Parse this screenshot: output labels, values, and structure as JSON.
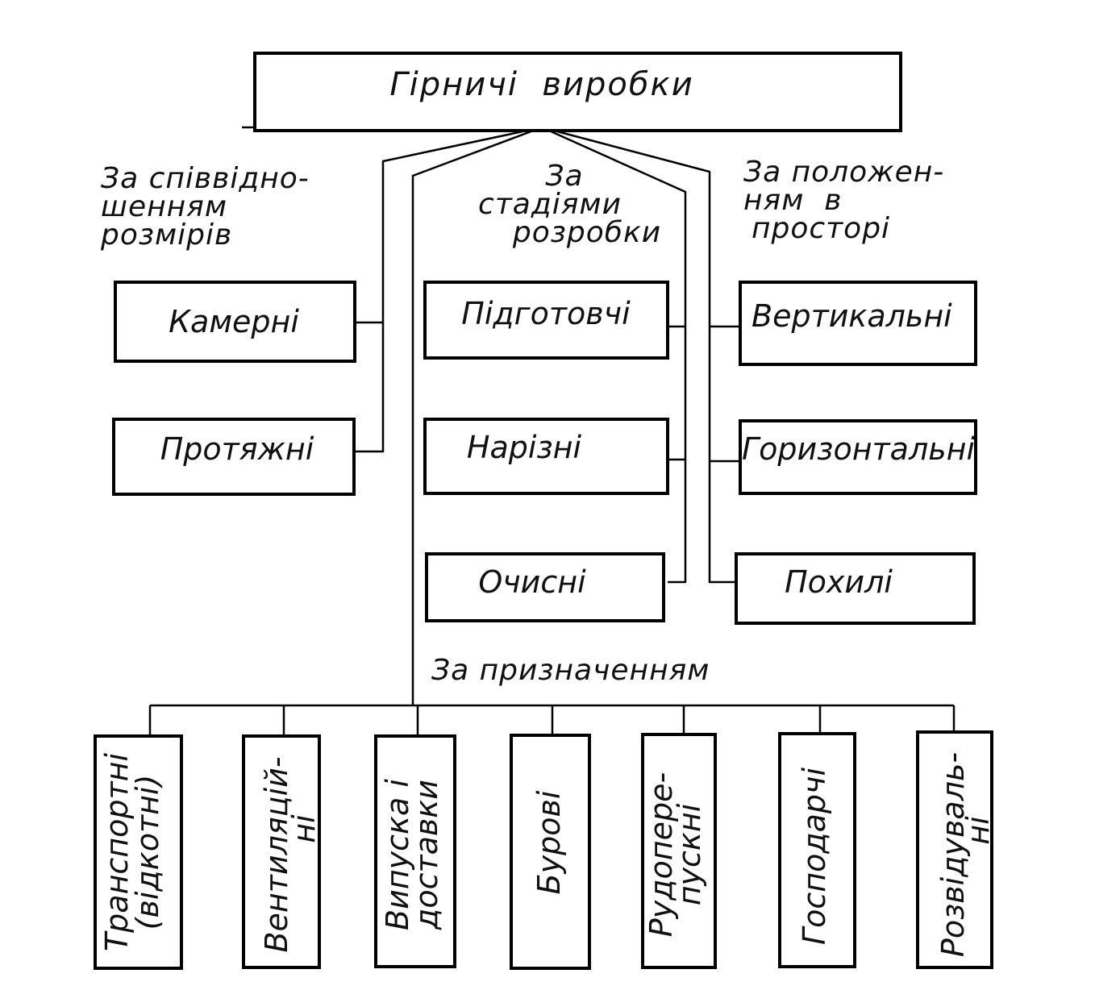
{
  "root": {
    "label": "Гірничі  виробки"
  },
  "groups": {
    "size": {
      "lines": [
        "За співвідно-",
        "шенням",
        "розмірів"
      ]
    },
    "stage": {
      "lines": [
        "За",
        "стадіями",
        "розробки"
      ]
    },
    "position": {
      "lines": [
        "За положен-",
        "ням  в",
        "просторі"
      ]
    },
    "purpose": {
      "lines": [
        "За призначенням"
      ]
    }
  },
  "size_items": [
    "Камерні",
    "Протяжні"
  ],
  "stage_items": [
    "Підготовчі",
    "Нарізні",
    "Очисні"
  ],
  "position_items": [
    "Вертикальні",
    "Горизонтальні",
    "Похилі"
  ],
  "purpose_items": [
    [
      "Транспортні",
      "(відкотні)"
    ],
    [
      "Вентиляцій-",
      "ні"
    ],
    [
      "Випуска і",
      "доставки"
    ],
    [
      "Бурові"
    ],
    [
      "Рудопере-",
      "пускні"
    ],
    [
      "Господарчі"
    ],
    [
      "Розвідуваль-",
      "ні"
    ]
  ]
}
